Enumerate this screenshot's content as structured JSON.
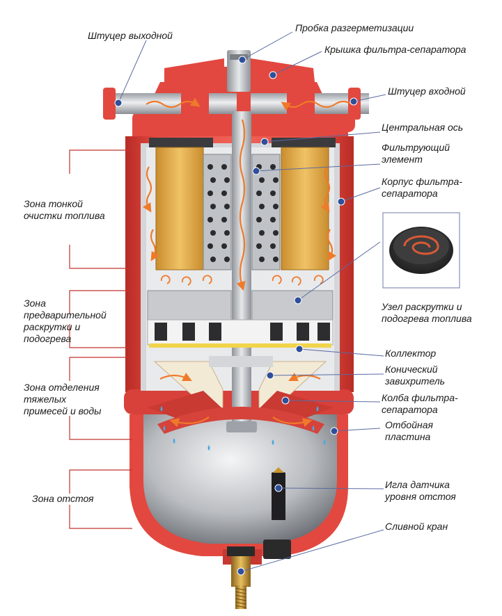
{
  "labels": {
    "outlet_fitting": "Штуцер выходной",
    "depressurization_plug": "Пробка разгерметизации",
    "filter_cover": "Крышка фильтра-сепаратора",
    "inlet_fitting": "Штуцер входной",
    "central_axis": "Центральная ось",
    "filter_element": "Фильтрующий\nэлемент",
    "filter_body": "Корпус фильтра-\nсепаратора",
    "swirl_heat_unit": "Узел раскрутки и\nподогрева топлива",
    "collector": "Коллектор",
    "conical_swirler": "Конический\nзавихритель",
    "separator_bowl": "Колба фильтра-\nсепаратора",
    "baffle_plate": "Отбойная\nпластина",
    "sensor_needle": "Игла датчика\nуровня отстоя",
    "drain_valve": "Сливной кран"
  },
  "zones": {
    "fine_cleaning": "Зона тонкой\nочистки топлива",
    "pre_swirl": "Зона\nпредварительной\nраскрутки и\nподогрева",
    "heavy_separation": "Зона отделения\nтяжелых\nпримесей и воды",
    "settling": "Зона отстоя"
  },
  "colors": {
    "body_red": "#e2483f",
    "cut_red": "#d23a32",
    "dark_red": "#a82620",
    "filter_yellow": "#e8b24a",
    "steel": "#c9ccd0",
    "flow_orange": "#ef7a2a",
    "water_blue": "#4aa8e0",
    "marker_blue": "#2f4f9a",
    "brass": "#c9962d"
  },
  "icons": [
    "swirl-disc-inset-icon"
  ]
}
